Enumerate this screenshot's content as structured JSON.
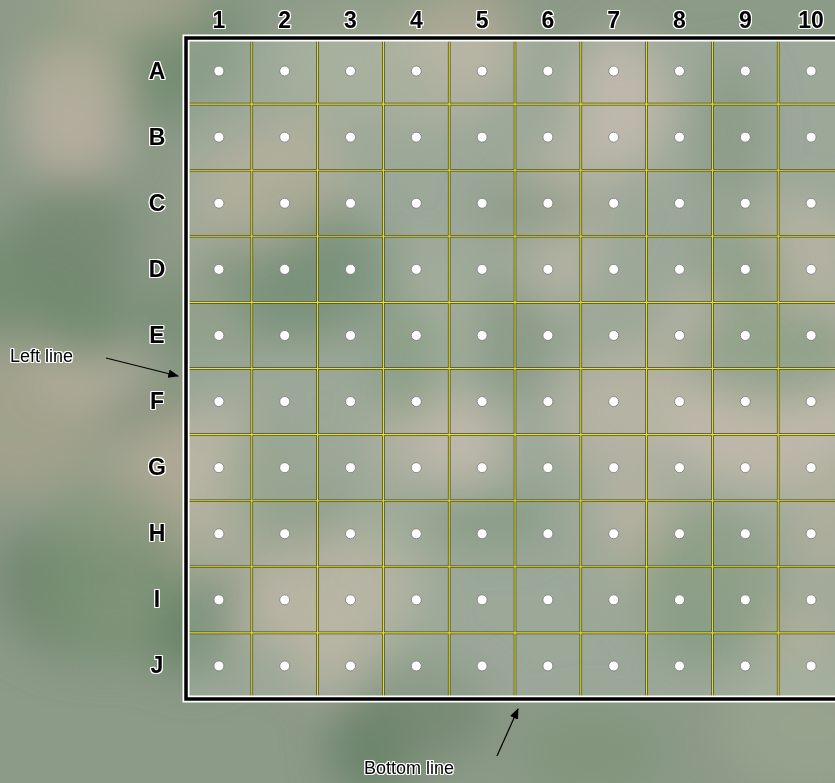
{
  "diagram": {
    "labels": [
      "1",
      "2",
      "3",
      "4",
      "5",
      "6",
      "7",
      "8",
      "9",
      "10",
      "A",
      "B",
      "C",
      "D",
      "E",
      "F",
      "G",
      "H",
      "I",
      "J",
      "Left line",
      "Bottom line"
    ]
  }
}
